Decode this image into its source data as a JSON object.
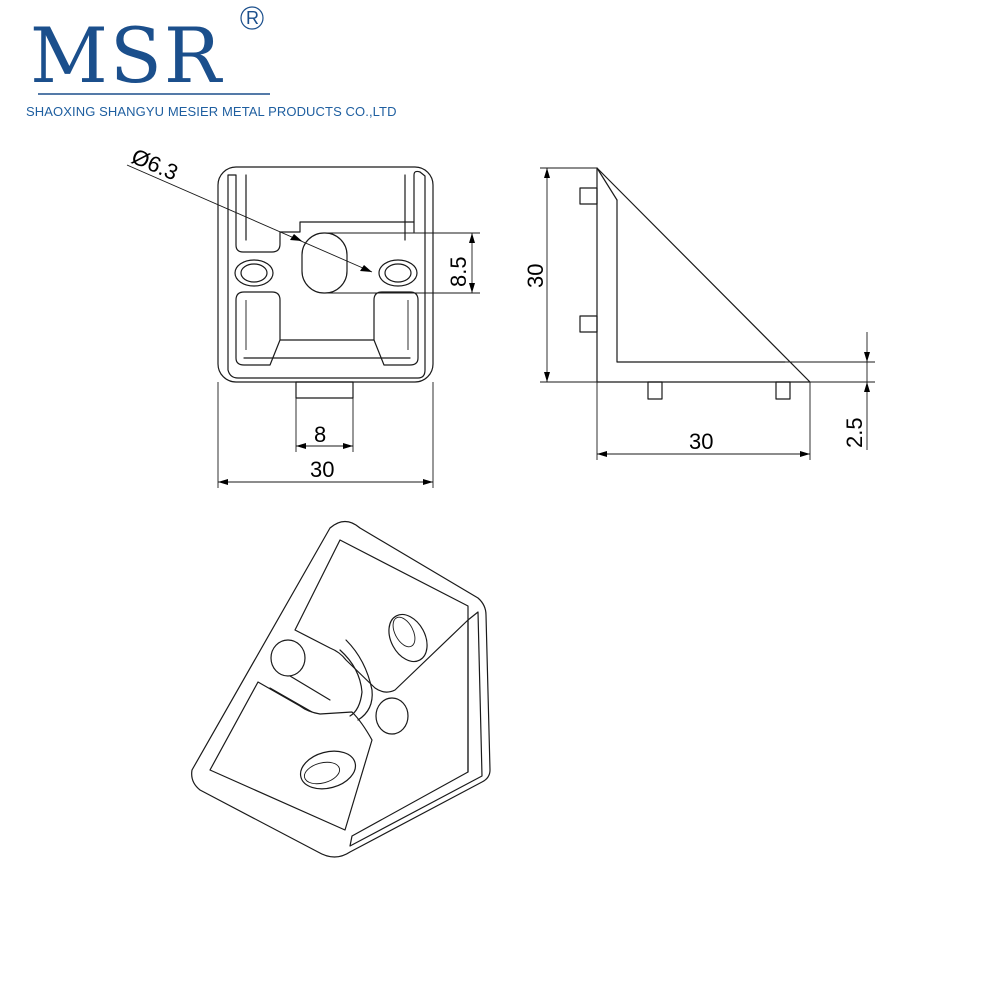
{
  "logo": {
    "text": "MSR",
    "registered": "R"
  },
  "company_name": "SHAOXING SHANGYU MESIER METAL PRODUCTS CO.,LTD",
  "dimensions": {
    "hole_diameter": "Ø6.3",
    "slot_height": "8.5",
    "tab_width": "8",
    "front_width": "30",
    "side_height": "30",
    "side_width": "30",
    "thickness": "2.5"
  },
  "colors": {
    "brand": "#1b4f8c",
    "company_text": "#1f5fa0",
    "line": "#1a1a1a"
  }
}
